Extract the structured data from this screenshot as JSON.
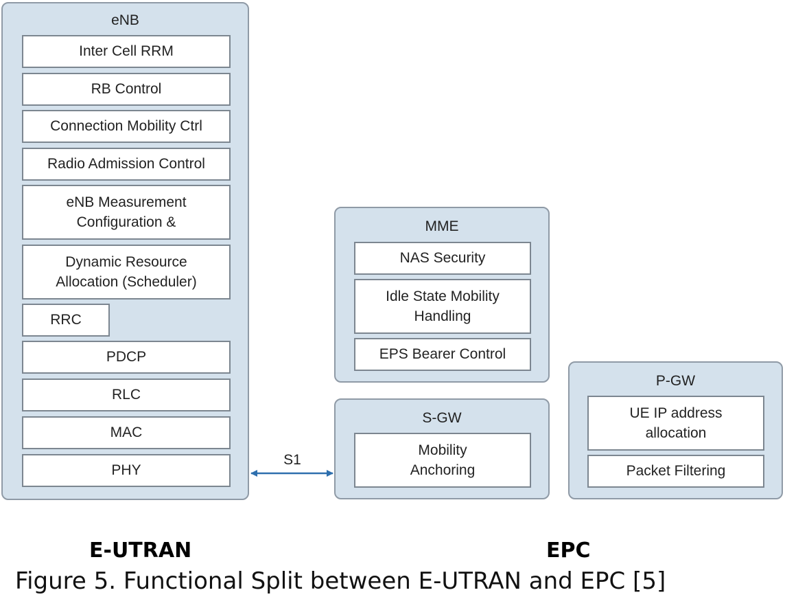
{
  "enb": {
    "title": "eNB",
    "functions": [
      "Inter Cell RRM",
      "RB Control",
      "Connection Mobility Ctrl",
      "Radio Admission Control",
      "eNB Measurement\nConfiguration &",
      "Dynamic Resource\nAllocation (Scheduler)",
      "RRC",
      "PDCP",
      "RLC",
      "MAC",
      "PHY"
    ]
  },
  "mme": {
    "title": "MME",
    "functions": [
      "NAS Security",
      "Idle State Mobility\nHandling",
      "EPS Bearer Control"
    ]
  },
  "sgw": {
    "title": "S-GW",
    "functions": [
      "Mobility\nAnchoring"
    ]
  },
  "pgw": {
    "title": "P-GW",
    "functions": [
      "UE IP address\nallocation",
      "Packet Filtering"
    ]
  },
  "interface": {
    "label": "S1",
    "color": "#2e6fae"
  },
  "labels": {
    "eutran": "E-UTRAN",
    "epc": "EPC"
  },
  "caption": "Figure 5. Functional Split between E-UTRAN and EPC [5]",
  "colors": {
    "panel_fill": "#d4e1ec",
    "panel_border": "#8f9aa6",
    "box_border": "#7c8690"
  }
}
